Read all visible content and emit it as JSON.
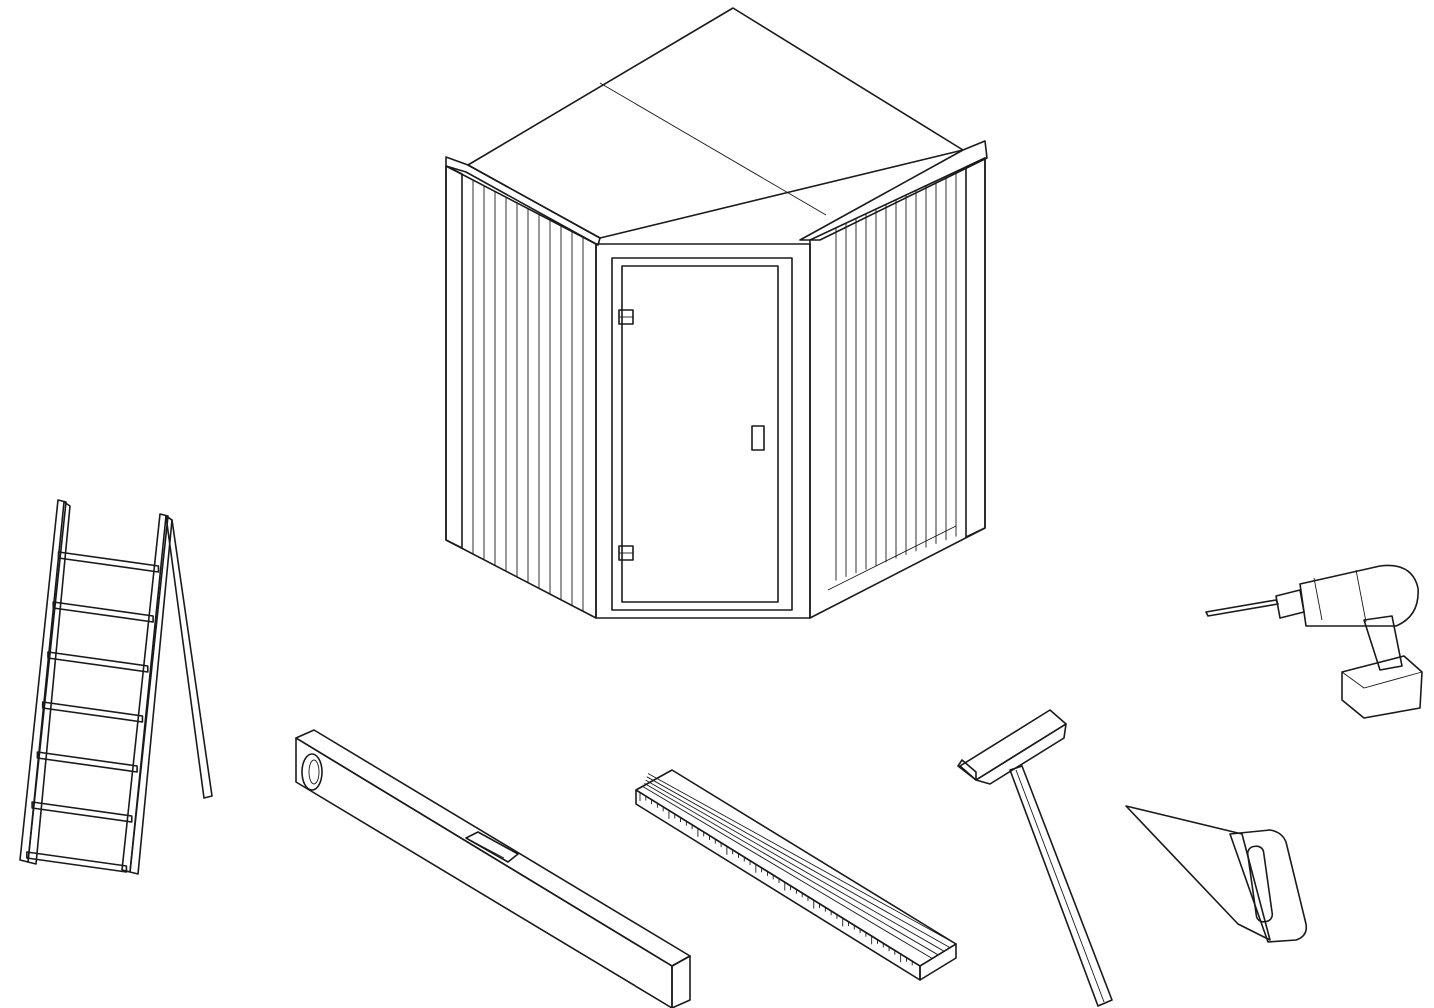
{
  "colors": {
    "background": "#ffffff",
    "outline": "#1a1a1a",
    "panel": "#ffffff",
    "door_glass": "#b4b5b7",
    "tool_gray": "#a7a9ac",
    "tool_dark": "#58595b",
    "tool_light": "#d1d2d4"
  },
  "objects": [
    {
      "name": "corner-sauna-cabin",
      "icon": "sauna-cabin-icon"
    },
    {
      "name": "step-ladder",
      "icon": "ladder-icon"
    },
    {
      "name": "spirit-level",
      "icon": "spirit-level-icon"
    },
    {
      "name": "folding-ruler",
      "icon": "folding-ruler-icon"
    },
    {
      "name": "hammer",
      "icon": "hammer-icon"
    },
    {
      "name": "cordless-drill",
      "icon": "drill-icon"
    },
    {
      "name": "hand-saw",
      "icon": "saw-icon"
    }
  ]
}
